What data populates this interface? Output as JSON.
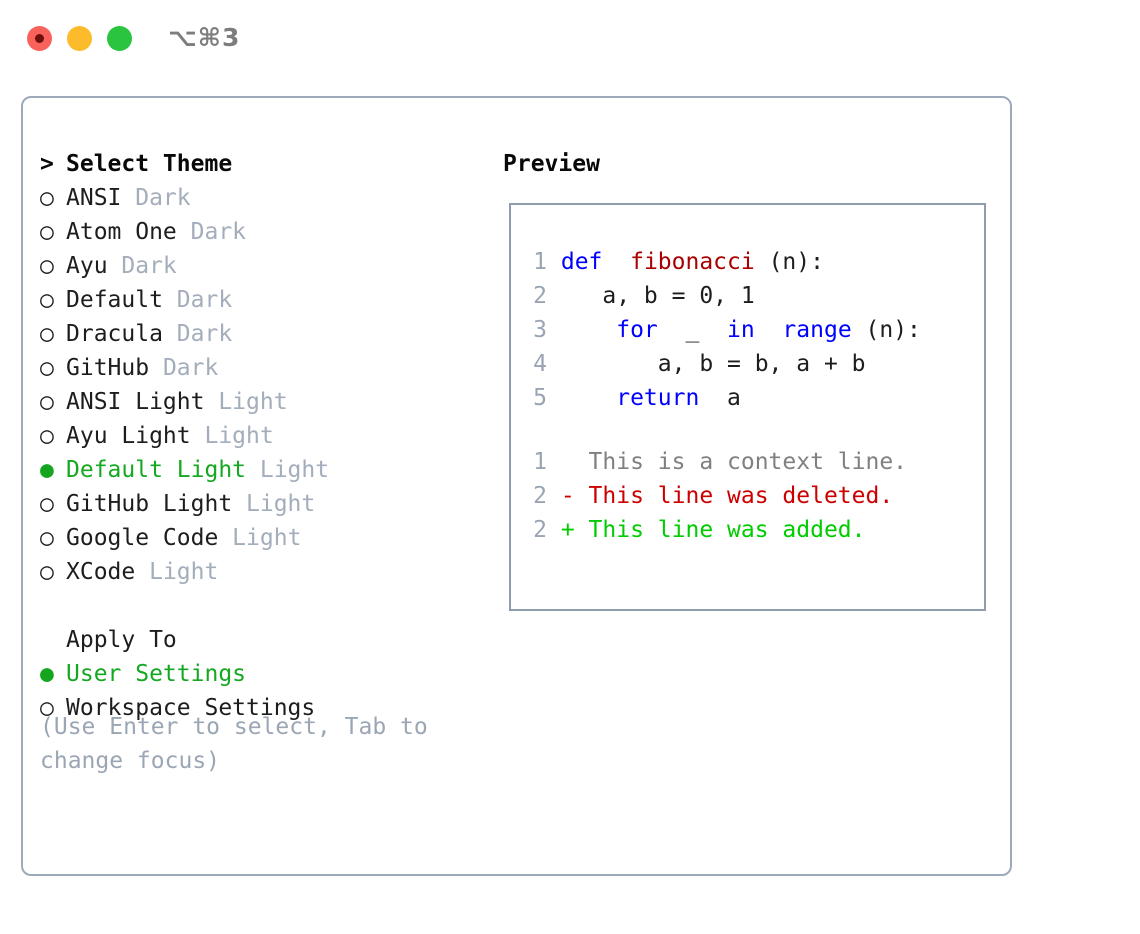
{
  "titlebar": {
    "title": "⌥⌘3",
    "buttons": [
      {
        "name": "close",
        "color": "#f9615c"
      },
      {
        "name": "minimize",
        "color": "#fcbb2a"
      },
      {
        "name": "maximize",
        "color": "#2ac43e"
      }
    ]
  },
  "theme_section": {
    "header": "Select Theme",
    "header_marker": ">",
    "marker_unselected": "○",
    "marker_selected": "●",
    "items": [
      {
        "name": "ANSI",
        "suffix": "Dark",
        "selected": false
      },
      {
        "name": "Atom One",
        "suffix": "Dark",
        "selected": false
      },
      {
        "name": "Ayu",
        "suffix": "Dark",
        "selected": false
      },
      {
        "name": "Default",
        "suffix": "Dark",
        "selected": false
      },
      {
        "name": "Dracula",
        "suffix": "Dark",
        "selected": false
      },
      {
        "name": "GitHub",
        "suffix": "Dark",
        "selected": false
      },
      {
        "name": "ANSI Light",
        "suffix": "Light",
        "selected": false
      },
      {
        "name": "Ayu Light",
        "suffix": "Light",
        "selected": false
      },
      {
        "name": "Default Light",
        "suffix": "Light",
        "selected": true
      },
      {
        "name": "GitHub Light",
        "suffix": "Light",
        "selected": false
      },
      {
        "name": "Google Code",
        "suffix": "Light",
        "selected": false
      },
      {
        "name": "XCode",
        "suffix": "Light",
        "selected": false
      }
    ]
  },
  "apply_section": {
    "header": "Apply To",
    "items": [
      {
        "name": "User Settings",
        "selected": true
      },
      {
        "name": "Workspace Settings",
        "selected": false
      }
    ]
  },
  "hint": "(Use Enter to select, Tab to change focus)",
  "preview": {
    "title": "Preview",
    "code_lines": [
      {
        "num": "1",
        "tokens": [
          {
            "t": "def ",
            "c": "kw"
          },
          {
            "t": "fibonacci",
            "c": "fn"
          },
          {
            "t": "(n):",
            "c": "plain"
          }
        ]
      },
      {
        "num": "2",
        "tokens": [
          {
            "t": "    a, b = 0, 1",
            "c": "plain"
          }
        ]
      },
      {
        "num": "3",
        "tokens": [
          {
            "t": "    ",
            "c": "plain"
          },
          {
            "t": "for ",
            "c": "kw"
          },
          {
            "t": "_ ",
            "c": "plain"
          },
          {
            "t": "in ",
            "c": "kw"
          },
          {
            "t": "range",
            "c": "kw"
          },
          {
            "t": "(n):",
            "c": "plain"
          }
        ]
      },
      {
        "num": "4",
        "tokens": [
          {
            "t": "        a, b = b, a + b",
            "c": "plain"
          }
        ]
      },
      {
        "num": "5",
        "tokens": [
          {
            "t": "    ",
            "c": "plain"
          },
          {
            "t": "return ",
            "c": "kw"
          },
          {
            "t": "a",
            "c": "plain"
          }
        ]
      }
    ],
    "diff_lines": [
      {
        "num": "1",
        "tokens": [
          {
            "t": "   This is a context line.",
            "c": "ctx"
          }
        ]
      },
      {
        "num": "2",
        "tokens": [
          {
            "t": " - This line was deleted.",
            "c": "del"
          }
        ]
      },
      {
        "num": "2",
        "tokens": [
          {
            "t": " + This line was added.",
            "c": "add"
          }
        ]
      }
    ]
  },
  "colors": {
    "accent_green": "#15a821",
    "muted": "#a3adbb",
    "border": "#9daabb",
    "preview_border": "#8f9cad",
    "keyword": "#0000ff",
    "function": "#aa0000",
    "diff_deleted": "#cc0000",
    "diff_added": "#00cc00",
    "context": "#808080"
  }
}
